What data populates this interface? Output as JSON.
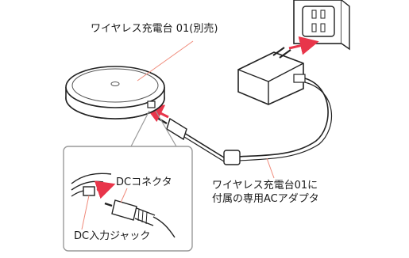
{
  "labels": {
    "charger_title": "ワイヤレス充電台 01(別売)",
    "adapter_line1": "ワイヤレス充電台01に",
    "adapter_line2": "付属の専用ACアダプタ",
    "dc_connector": "DCコネクタ",
    "dc_jack": "DC入力ジャック"
  },
  "colors": {
    "outline": "#222222",
    "leader": "#f08a7a",
    "arrow": "#e8354a",
    "inset_border": "#999999",
    "charger_fill": "#ffffff",
    "adapter_fill": "#ffffff"
  }
}
